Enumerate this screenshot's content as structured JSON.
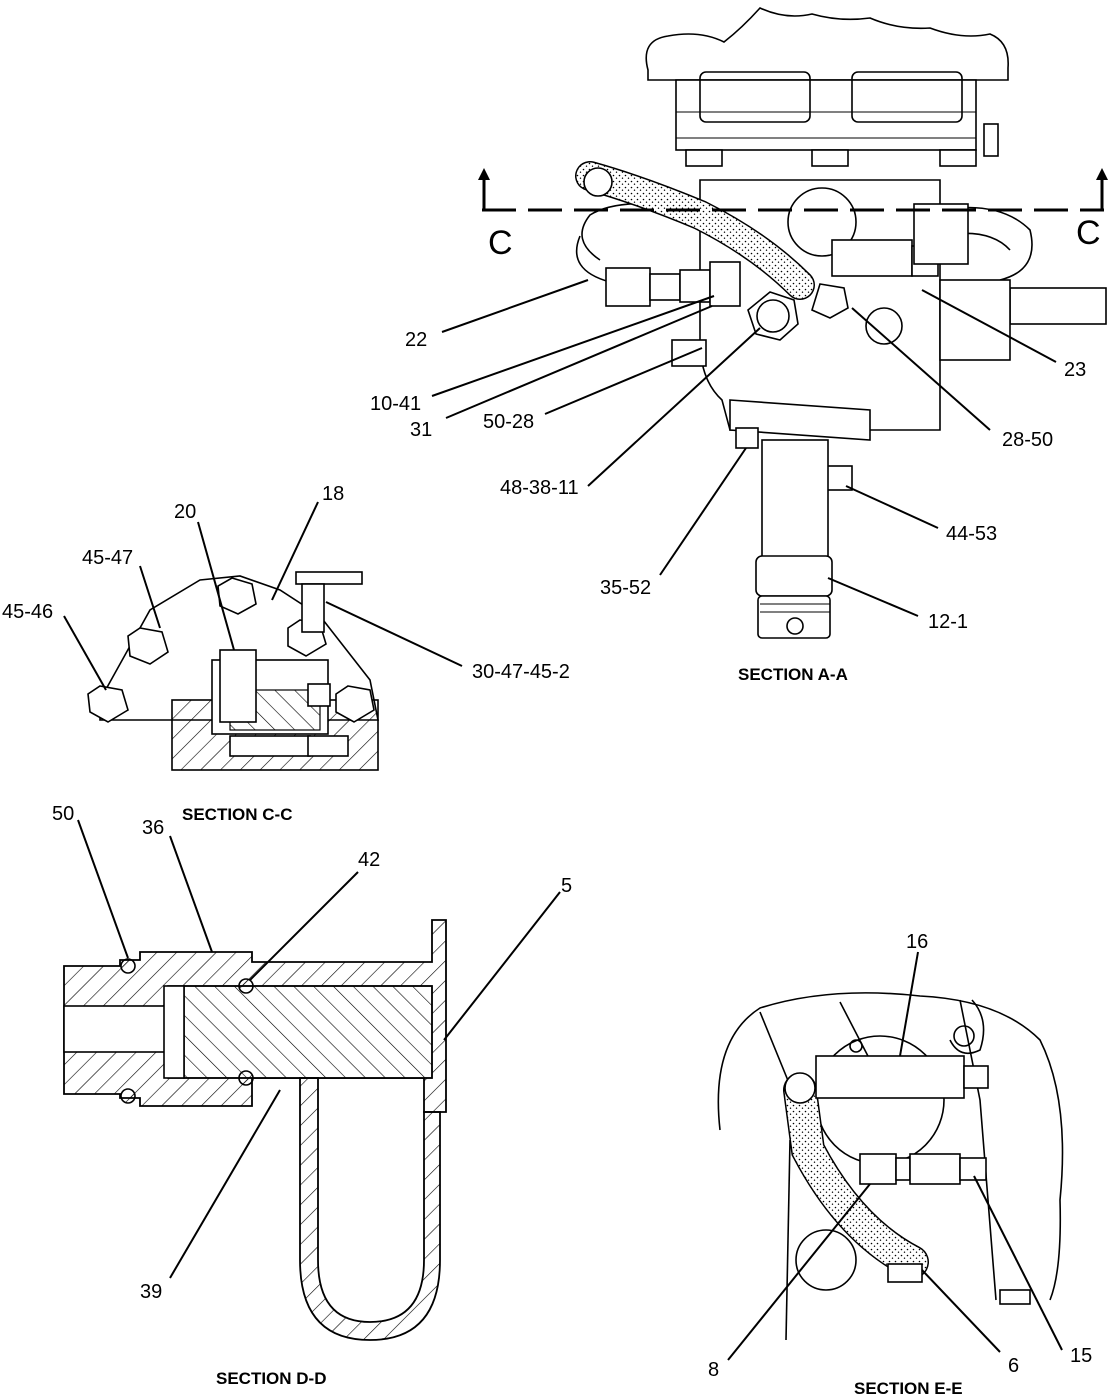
{
  "section_labels": {
    "a": "SECTION A-A",
    "c": "SECTION C-C",
    "d": "SECTION D-D",
    "e": "SECTION E-E"
  },
  "cut_marks": {
    "left": "C",
    "right": "C"
  },
  "callouts": {
    "a": [
      "22",
      "10-41",
      "31",
      "50-28",
      "48-38-11",
      "35-52",
      "23",
      "28-50",
      "44-53",
      "12-1"
    ],
    "c": [
      "18",
      "20",
      "45-47",
      "45-46",
      "30-47-45-2"
    ],
    "d": [
      "50",
      "36",
      "42",
      "5",
      "39"
    ],
    "e": [
      "16",
      "15",
      "6",
      "8"
    ]
  },
  "colors": {
    "ink": "#000000",
    "background": "#ffffff"
  }
}
